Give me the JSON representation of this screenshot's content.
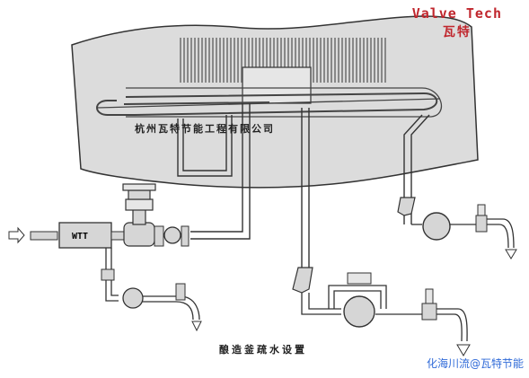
{
  "brand": {
    "name": "Valve Tech",
    "name_cn": "瓦特"
  },
  "company_label": "杭州瓦特节能工程有限公司",
  "trap_label": "WTT",
  "caption": "酿造釜疏水设置",
  "watermark": "化海川流@瓦特节能",
  "colors": {
    "brand": "#c0262d",
    "vessel_fill": "#dcdcdc",
    "pipe_fill": "#d6d6d6",
    "outline": "#333333",
    "watermark": "#2f6ad8"
  }
}
